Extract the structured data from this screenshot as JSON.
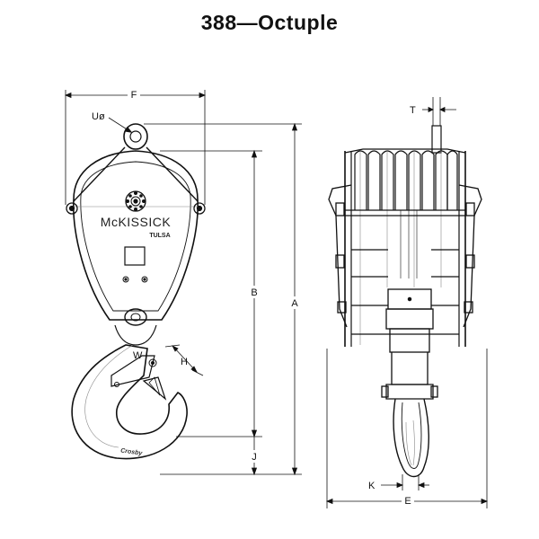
{
  "title": "388—Octuple",
  "brand": {
    "name": "McKISSICK",
    "city": "TULSA",
    "hook_stamp": "Crosby"
  },
  "dimensions": {
    "A": "A",
    "B": "B",
    "E": "E",
    "F": "F",
    "H": "H",
    "J": "J",
    "K": "K",
    "T": "T",
    "U": "Uø",
    "W": "W"
  },
  "colors": {
    "ink": "#111111",
    "shade": "#888888",
    "background": "#ffffff"
  }
}
